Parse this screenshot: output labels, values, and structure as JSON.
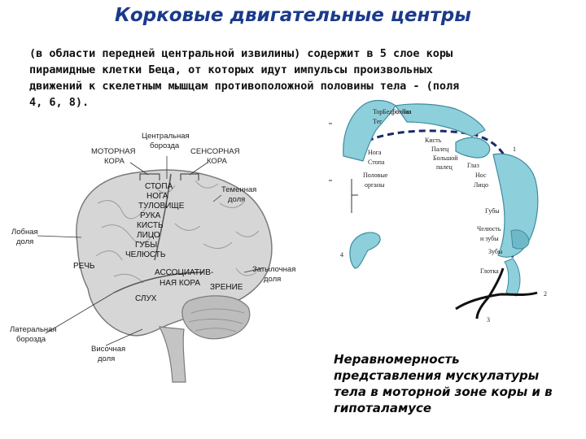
{
  "title": "Корковые двигательные центры",
  "intro": [
    "(в области передней центральной извилины) содержит в 5 слое коры",
    "пирамидные клетки Беца, от которых идут импульсы произвольных",
    "движений к скелетным мышцам противоположной половины тела - (поля",
    "4, 6, 8)."
  ],
  "brain": {
    "central_sulcus": [
      "Центральная",
      "борозда"
    ],
    "motor_cortex": [
      "МОТОРНАЯ",
      "КОРА"
    ],
    "sensory_cortex": [
      "СЕНСОРНАЯ",
      "КОРА"
    ],
    "parietal_lobe": [
      "Теменная",
      "доля"
    ],
    "frontal_lobe": [
      "Лобная",
      "доля"
    ],
    "occipital_lobe": [
      "Затылочная",
      "доля"
    ],
    "lateral_sulcus": [
      "Латеральная",
      "борозда"
    ],
    "temporal_lobe": [
      "Височная",
      "доля"
    ],
    "body_parts": [
      "СТОПА",
      "НОГА",
      "ТУЛОВИЩЕ",
      "РУКА",
      "КИСТЬ",
      "ЛИЦО",
      "ГУБЫ",
      "ЧЕЛЮСТЬ"
    ],
    "speech": "РЕЧЬ",
    "association": [
      "АССОЦИАТИВ-",
      "НАЯ КОРА"
    ],
    "hearing": "СЛУХ",
    "vision": "ЗРЕНИЕ"
  },
  "homunculus": {
    "top_vertical": [
      "Тор",
      "Бедро",
      "Голова",
      "Таз",
      "Тег"
    ],
    "right_labels": [
      "Кисть",
      "Палец",
      "Большой",
      "палец",
      "Глаз",
      "Нос",
      "Лицо",
      "Губы",
      "Челюсть",
      "и зубы",
      "Зубы",
      "Глотка"
    ],
    "left_labels": [
      "Нога",
      "Стопа",
      "Половые",
      "органы"
    ],
    "numbers": [
      "1",
      "2",
      "3",
      "4"
    ]
  },
  "caption": [
    "Неравномерность",
    "представления мускулатуры",
    "тела в моторной зоне коры и в",
    "гипоталамусе"
  ],
  "colors": {
    "title": "#1a3a8a",
    "homunculus": "#8ecfdc",
    "homunculus_outline": "#3d8ca0",
    "dashed": "#1a2a6a"
  }
}
